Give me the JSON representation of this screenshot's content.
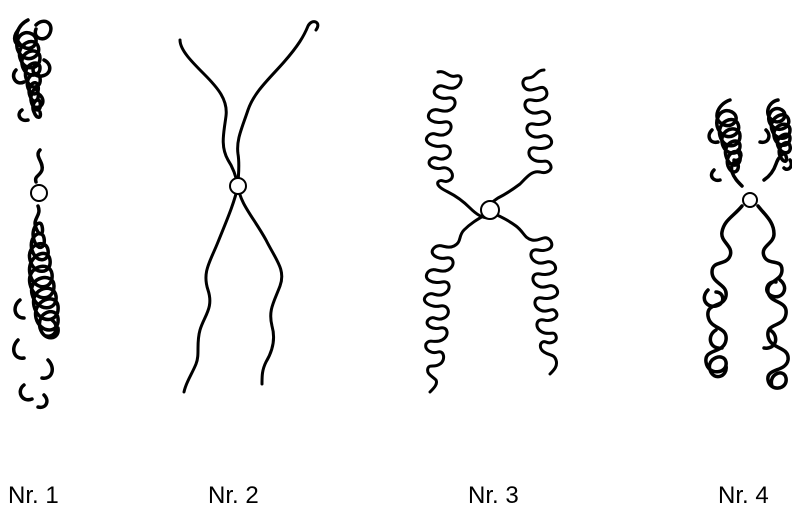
{
  "figure": {
    "stroke_color": "#000000",
    "background_color": "#ffffff",
    "stages": [
      {
        "label": "Nr. 1",
        "form": "condensed-single-chromatid"
      },
      {
        "label": "Nr. 2",
        "form": "extended-thin-threads"
      },
      {
        "label": "Nr. 3",
        "form": "coiling-x-shape"
      },
      {
        "label": "Nr. 4",
        "form": "condensed-two-chromatids"
      }
    ]
  }
}
